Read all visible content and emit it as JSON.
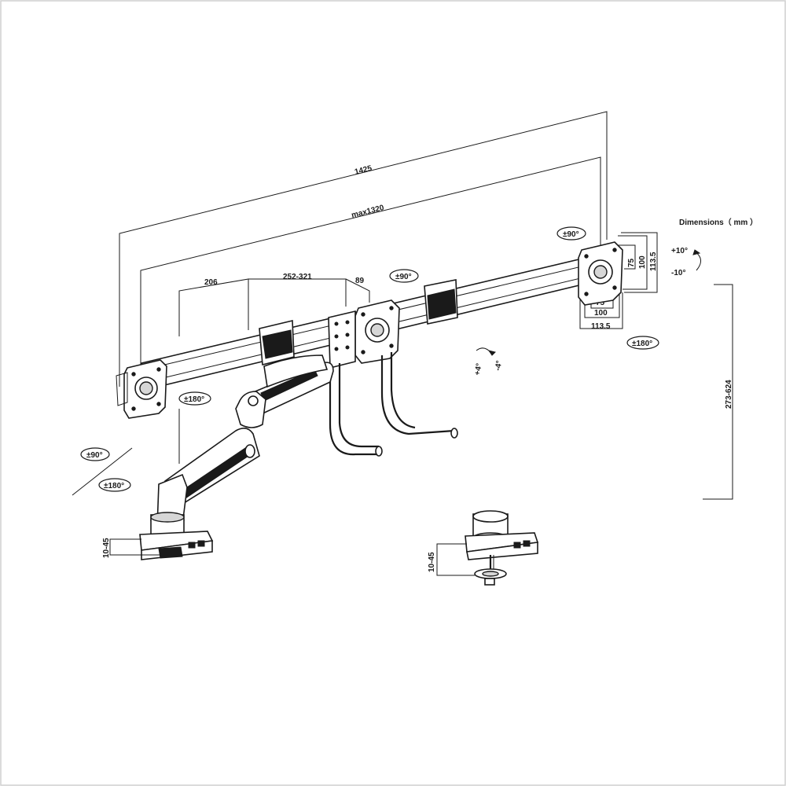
{
  "dimensions_unit_label": "Dimensions（ mm ）",
  "dims": {
    "total_width": "1425",
    "max_width": "max1320",
    "arm_offset": "206",
    "arm_reach": "252-321",
    "pole_offset": "89",
    "vesa_75_h": "75",
    "vesa_100_h": "100",
    "plate_113_h": "113.5",
    "vesa_75_w": "75",
    "vesa_100_w": "100",
    "plate_113_w": "113.5",
    "height_range": "273-624",
    "clamp_thickness": "10-45",
    "grommet_thickness": "10-45"
  },
  "angles": {
    "rotate_right": "±90°",
    "rotate_center": "±90°",
    "rotate_arm": "±90°",
    "swivel_left": "±180°",
    "swivel_right": "±180°",
    "swivel_base": "±180°",
    "tilt_up": "+10°",
    "tilt_down": "-10°",
    "tilt_l1": "+4°",
    "tilt_l2": "-4°"
  },
  "frame": {
    "border_color": "#cfcfcf",
    "line_color": "#1a1a1a"
  }
}
